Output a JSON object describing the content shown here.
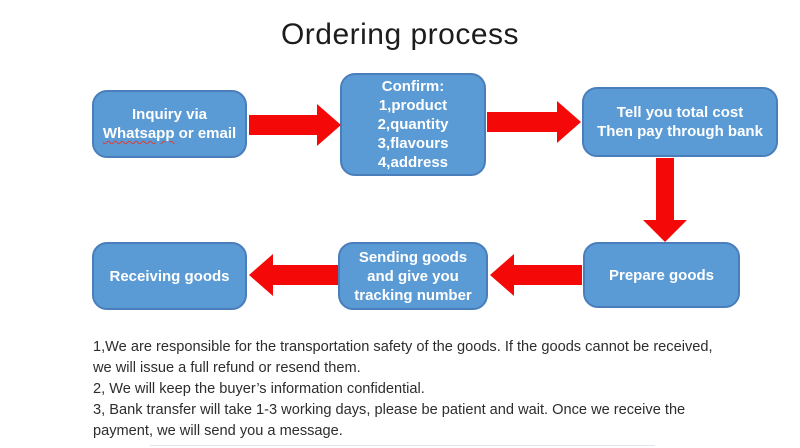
{
  "title": "Ordering process",
  "colors": {
    "box_fill": "#5b9bd5",
    "box_border": "#4a7ebb",
    "arrow_red": "#f40808",
    "box_text": "#ffffff",
    "notes_text": "#2d2d2d",
    "misspell_underline": "#e03c31"
  },
  "boxes": {
    "inquiry": {
      "line1": "Inquiry via",
      "misspelled_word": "Whatsapp",
      "line2_rest": " or email"
    },
    "confirm": {
      "lines": [
        "Confirm:",
        "1,product",
        "2,quantity",
        "3,flavours",
        "4,address"
      ]
    },
    "total_cost": {
      "lines": [
        "Tell you total cost",
        "Then pay through bank"
      ]
    },
    "prepare": {
      "label": "Prepare goods"
    },
    "sending": {
      "lines": [
        "Sending goods",
        "and give you",
        "tracking number"
      ]
    },
    "receiving": {
      "label": "Receiving goods"
    }
  },
  "flow": {
    "arrows": [
      {
        "from": "inquiry",
        "to": "confirm",
        "direction": "right"
      },
      {
        "from": "confirm",
        "to": "total_cost",
        "direction": "right"
      },
      {
        "from": "total_cost",
        "to": "prepare",
        "direction": "down"
      },
      {
        "from": "prepare",
        "to": "sending",
        "direction": "left"
      },
      {
        "from": "sending",
        "to": "receiving",
        "direction": "left"
      }
    ]
  },
  "notes": {
    "lines": [
      "1,We are responsible for the transportation safety of the goods. If the goods cannot be received,",
      "we will issue a full refund or resend them.",
      "2, We will keep the buyer’s information confidential.",
      "3, Bank transfer will take 1-3 working days, please be patient and wait. Once we receive the",
      "payment, we will send you a message."
    ]
  }
}
